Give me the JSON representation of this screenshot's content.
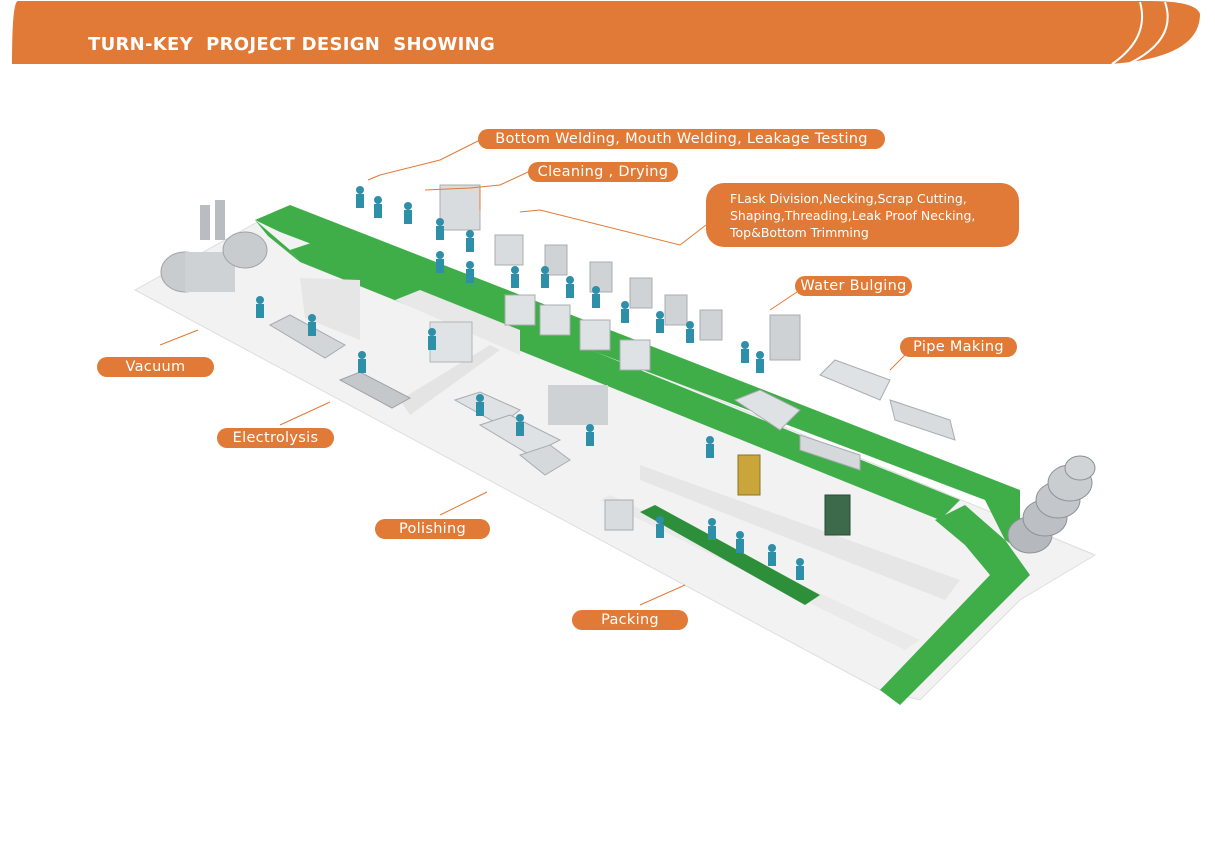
{
  "header": {
    "title": "TURN-KEY  PROJECT DESIGN  SHOWING",
    "accent_color": "#e07a36"
  },
  "labels": {
    "bottom_welding": "Bottom Welding, Mouth Welding, Leakage Testing",
    "cleaning": "Cleaning , Drying",
    "flask_line1": "FLask Division,Necking,Scrap Cutting,",
    "flask_line2": "Shaping,Threading,Leak Proof Necking,",
    "flask_line3": "Top&Bottom Trimming",
    "water_bulging": "Water Bulging",
    "pipe_making": "Pipe Making",
    "vacuum": "Vacuum",
    "electrolysis": "Electrolysis",
    "polishing": "Polishing",
    "packing": "Packing"
  },
  "colors": {
    "floor_green": "#3fae49",
    "floor_white": "#f2f2f2",
    "machine_grey": "#d9dcde",
    "worker_teal": "#2e8fa8"
  }
}
